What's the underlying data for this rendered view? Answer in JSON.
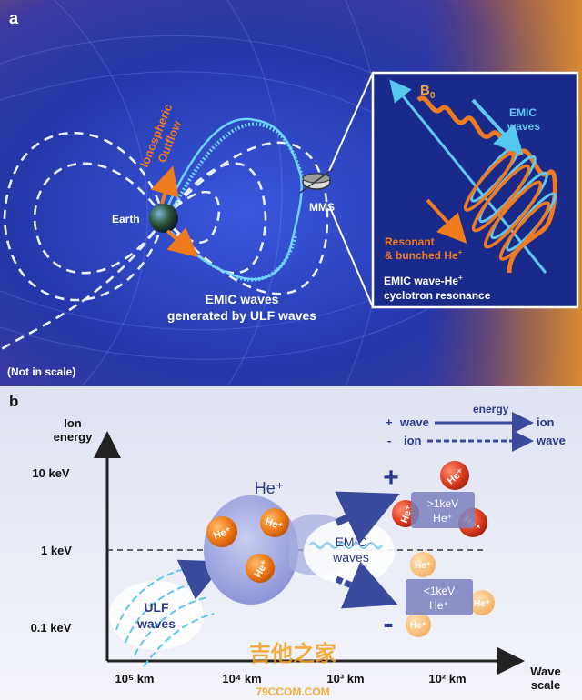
{
  "panel_a": {
    "label": "a",
    "ionospheric_outflow": [
      "Ionospheric",
      "Outflow"
    ],
    "earth": "Earth",
    "mms": "MMS",
    "emic_generated": [
      "EMIC waves",
      "generated by ULF waves"
    ],
    "not_in_scale": "(Not in scale)",
    "inset": {
      "b0_base": "B",
      "b0_sub": "0",
      "emic_waves": [
        "EMIC",
        "waves"
      ],
      "resonant": [
        "Resonant",
        "& bunched He"
      ],
      "resonant_sup": "+",
      "caption": [
        "EMIC wave-He",
        "cyclotron resonance"
      ],
      "caption_sup": "+"
    },
    "colors": {
      "orange": "#f07a1e",
      "cyan": "#55c8f0",
      "inset_bg": "#1a2a8a"
    }
  },
  "panel_b": {
    "label": "b",
    "y_axis_title": [
      "Ion",
      "energy"
    ],
    "y_ticks": [
      "10 keV",
      "1 keV",
      "0.1 keV"
    ],
    "x_ticks": [
      "10⁵ km",
      "10⁴ km",
      "10³ km",
      "10² km"
    ],
    "x_axis_title": [
      "Wave",
      "scale"
    ],
    "legend": {
      "plus": "+",
      "minus": "-",
      "wave": "wave",
      "energy": "energy",
      "ion": "ion",
      "ion2": "ion",
      "wave2": "wave"
    },
    "he_plus_main": "He⁺",
    "ion_label": "He⁺",
    "emic": [
      "EMIC",
      "waves"
    ],
    "ulf": [
      "ULF",
      "waves"
    ],
    "gt1kev": [
      ">1keV",
      "He⁺"
    ],
    "lt1kev": [
      "<1keV",
      "He⁺"
    ],
    "plus_sign": "+",
    "minus_sign": "-",
    "watermark": "吉他之家",
    "watermark_url": "79CCOM.COM",
    "colors": {
      "axis": "#222222",
      "navy": "#2b3a8c",
      "orange": "#f08020",
      "red": "#d8392a"
    }
  }
}
